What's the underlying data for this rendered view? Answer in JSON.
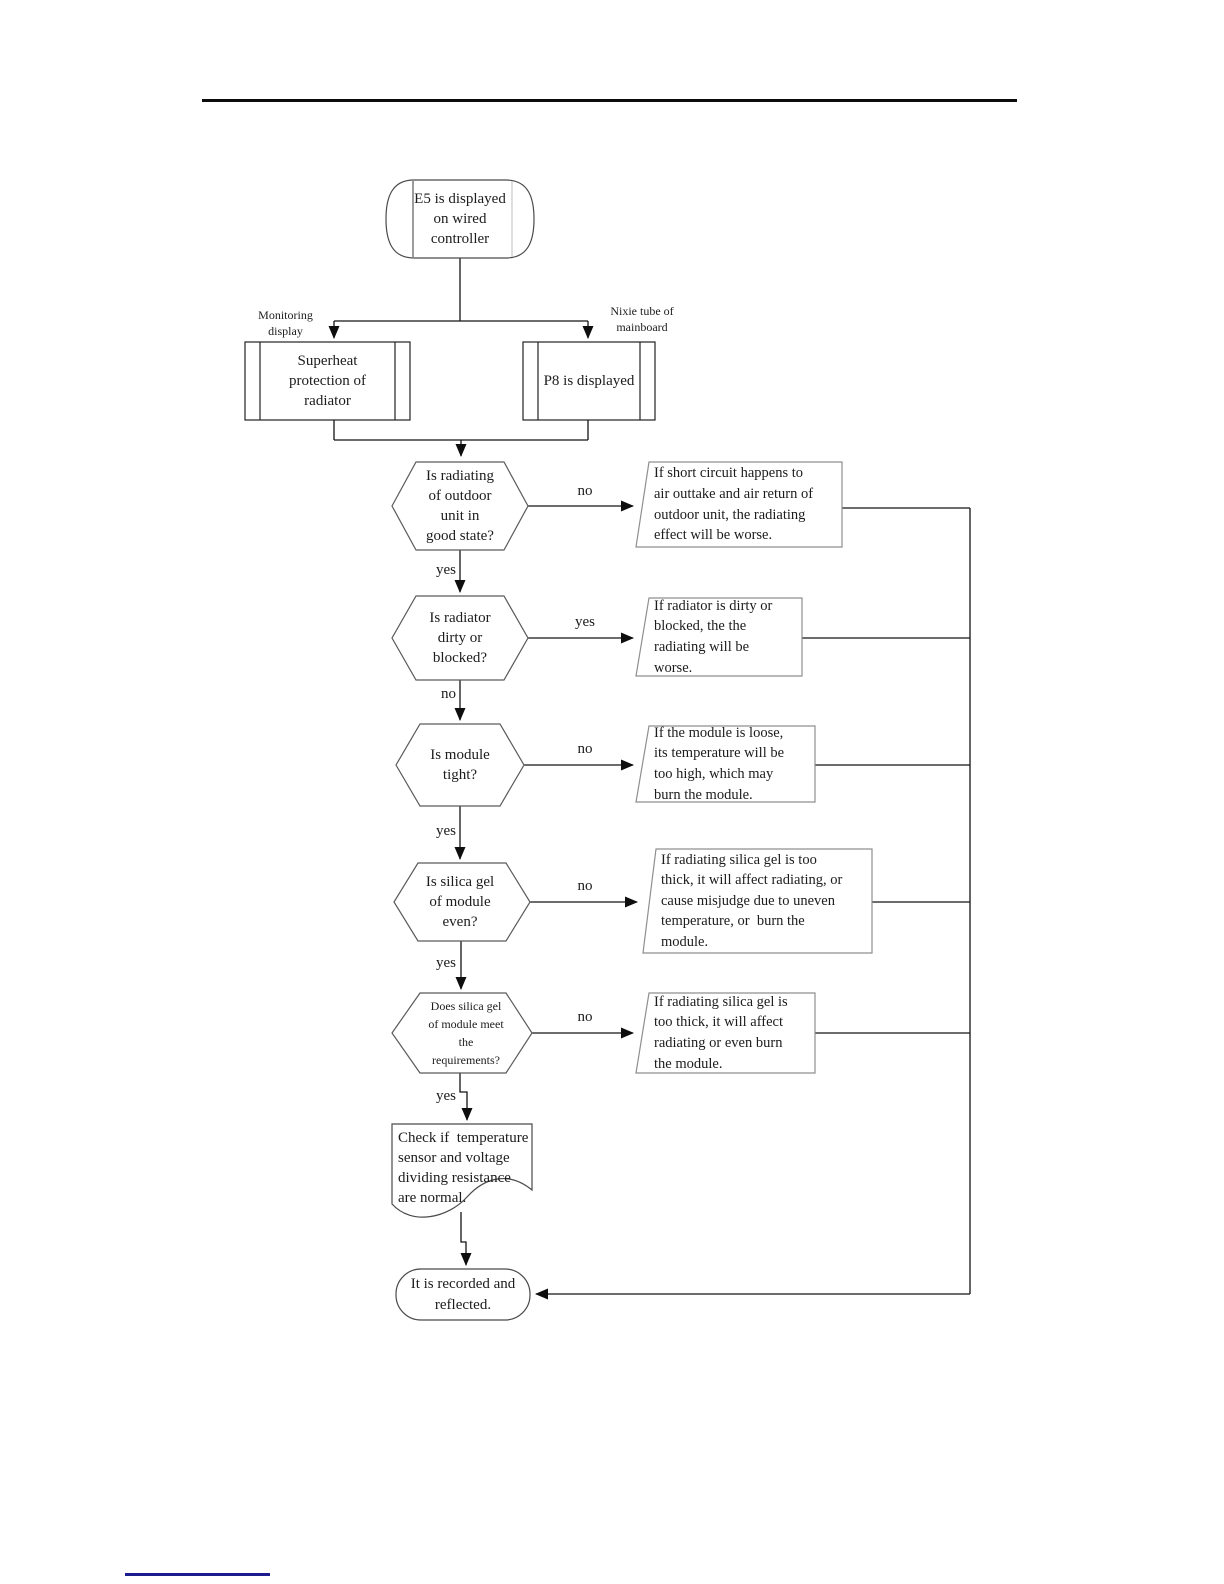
{
  "page": {
    "footer_line_color": "#1c1c8e"
  },
  "flowchart": {
    "start": {
      "text": "E5 is displayed\non wired\ncontroller"
    },
    "branch_labels": {
      "left": "Monitoring\ndisplay",
      "right": "Nixie tube of\nmainboard"
    },
    "processes": {
      "left": "Superheat\nprotection of\nradiator",
      "right": "P8 is displayed"
    },
    "decisions": [
      {
        "text": "Is radiating\nof outdoor\nunit in\ngood state?",
        "branch_label": "no",
        "down_label": "yes",
        "note": "If short circuit happens to\nair outtake and air return of\noutdoor unit, the radiating\neffect will be worse."
      },
      {
        "text": "Is radiator\ndirty or\nblocked?",
        "branch_label": "yes",
        "down_label": "no",
        "note": "If radiator is dirty or\nblocked, the the\nradiating will be\nworse."
      },
      {
        "text": "Is module\ntight?",
        "branch_label": "no",
        "down_label": "yes",
        "note": "If the module is loose,\nits temperature will be\ntoo high, which may\nburn the module."
      },
      {
        "text": "Is silica gel\nof module\neven?",
        "branch_label": "no",
        "down_label": "yes",
        "note": "If radiating silica gel is too\nthick, it will affect radiating, or\ncause misjudge due to uneven\ntemperature, or  burn the\nmodule."
      },
      {
        "text": "Does silica gel\nof module meet\nthe\nrequirements?",
        "branch_label": "no",
        "down_label": "yes",
        "note": "If radiating silica gel is\ntoo thick, it will affect\nradiating or even burn\nthe module."
      }
    ],
    "document": {
      "text": "Check if  temperature\nsensor and voltage\ndividing resistance\nare normal."
    },
    "end": {
      "text": "It is recorded and\nreflected."
    }
  }
}
